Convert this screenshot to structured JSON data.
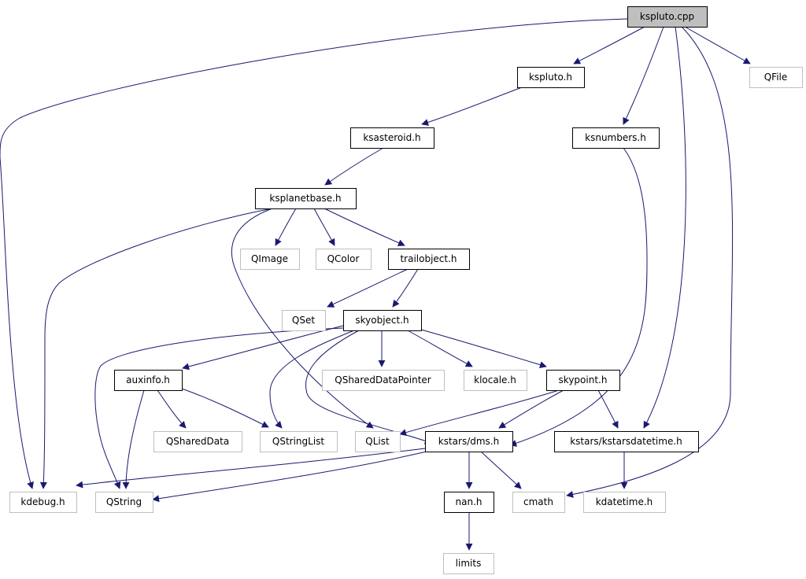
{
  "diagram": {
    "root": "kspluto.cpp",
    "nodes": [
      {
        "id": "kspluto_cpp",
        "label": "kspluto.cpp",
        "kind": "root"
      },
      {
        "id": "kspluto_h",
        "label": "kspluto.h",
        "kind": "documented"
      },
      {
        "id": "qfile",
        "label": "QFile",
        "kind": "external"
      },
      {
        "id": "ksasteroid_h",
        "label": "ksasteroid.h",
        "kind": "documented"
      },
      {
        "id": "ksnumbers_h",
        "label": "ksnumbers.h",
        "kind": "documented"
      },
      {
        "id": "ksplanetbase_h",
        "label": "ksplanetbase.h",
        "kind": "documented"
      },
      {
        "id": "qimage",
        "label": "QImage",
        "kind": "external"
      },
      {
        "id": "qcolor",
        "label": "QColor",
        "kind": "external"
      },
      {
        "id": "trailobject_h",
        "label": "trailobject.h",
        "kind": "documented"
      },
      {
        "id": "qset",
        "label": "QSet",
        "kind": "external"
      },
      {
        "id": "skyobject_h",
        "label": "skyobject.h",
        "kind": "documented"
      },
      {
        "id": "auxinfo_h",
        "label": "auxinfo.h",
        "kind": "documented"
      },
      {
        "id": "qshareddatapointer",
        "label": "QSharedDataPointer",
        "kind": "external"
      },
      {
        "id": "klocale_h",
        "label": "klocale.h",
        "kind": "external"
      },
      {
        "id": "skypoint_h",
        "label": "skypoint.h",
        "kind": "documented"
      },
      {
        "id": "qshareddata",
        "label": "QSharedData",
        "kind": "external"
      },
      {
        "id": "qstringlist",
        "label": "QStringList",
        "kind": "external"
      },
      {
        "id": "qlist",
        "label": "QList",
        "kind": "external"
      },
      {
        "id": "dms_h",
        "label": "kstars/dms.h",
        "kind": "documented"
      },
      {
        "id": "kstarsdatetime_h",
        "label": "kstars/kstarsdatetime.h",
        "kind": "documented"
      },
      {
        "id": "kdebug_h",
        "label": "kdebug.h",
        "kind": "external"
      },
      {
        "id": "qstring",
        "label": "QString",
        "kind": "external"
      },
      {
        "id": "nan_h",
        "label": "nan.h",
        "kind": "documented"
      },
      {
        "id": "cmath",
        "label": "cmath",
        "kind": "external"
      },
      {
        "id": "kdatetime_h",
        "label": "kdatetime.h",
        "kind": "external"
      },
      {
        "id": "limits",
        "label": "limits",
        "kind": "external"
      }
    ],
    "edges": [
      {
        "from": "kspluto_cpp",
        "to": "kspluto_h"
      },
      {
        "from": "kspluto_cpp",
        "to": "qfile"
      },
      {
        "from": "kspluto_cpp",
        "to": "ksnumbers_h"
      },
      {
        "from": "kspluto_cpp",
        "to": "kstarsdatetime_h"
      },
      {
        "from": "kspluto_cpp",
        "to": "cmath"
      },
      {
        "from": "kspluto_cpp",
        "to": "kdebug_h"
      },
      {
        "from": "kspluto_h",
        "to": "ksasteroid_h"
      },
      {
        "from": "ksasteroid_h",
        "to": "ksplanetbase_h"
      },
      {
        "from": "ksnumbers_h",
        "to": "dms_h"
      },
      {
        "from": "ksplanetbase_h",
        "to": "qimage"
      },
      {
        "from": "ksplanetbase_h",
        "to": "qcolor"
      },
      {
        "from": "ksplanetbase_h",
        "to": "trailobject_h"
      },
      {
        "from": "ksplanetbase_h",
        "to": "kdebug_h"
      },
      {
        "from": "ksplanetbase_h",
        "to": "qlist"
      },
      {
        "from": "trailobject_h",
        "to": "qset"
      },
      {
        "from": "trailobject_h",
        "to": "skyobject_h"
      },
      {
        "from": "skyobject_h",
        "to": "auxinfo_h"
      },
      {
        "from": "skyobject_h",
        "to": "qshareddatapointer"
      },
      {
        "from": "skyobject_h",
        "to": "klocale_h"
      },
      {
        "from": "skyobject_h",
        "to": "skypoint_h"
      },
      {
        "from": "skyobject_h",
        "to": "qstring"
      },
      {
        "from": "skyobject_h",
        "to": "qstringlist"
      },
      {
        "from": "skyobject_h",
        "to": "dms_h"
      },
      {
        "from": "auxinfo_h",
        "to": "qshareddata"
      },
      {
        "from": "auxinfo_h",
        "to": "qstringlist"
      },
      {
        "from": "auxinfo_h",
        "to": "qstring"
      },
      {
        "from": "skypoint_h",
        "to": "qlist"
      },
      {
        "from": "skypoint_h",
        "to": "dms_h"
      },
      {
        "from": "skypoint_h",
        "to": "kstarsdatetime_h"
      },
      {
        "from": "dms_h",
        "to": "kdebug_h"
      },
      {
        "from": "dms_h",
        "to": "qstring"
      },
      {
        "from": "dms_h",
        "to": "nan_h"
      },
      {
        "from": "dms_h",
        "to": "cmath"
      },
      {
        "from": "kstarsdatetime_h",
        "to": "kdatetime_h"
      },
      {
        "from": "nan_h",
        "to": "limits"
      }
    ],
    "colors": {
      "edge": "#191970",
      "root_fill": "#bfbfbf",
      "root_border": "#000000",
      "documented_border": "#000000",
      "external_border": "#bfbfbf",
      "text": "#000000"
    }
  }
}
